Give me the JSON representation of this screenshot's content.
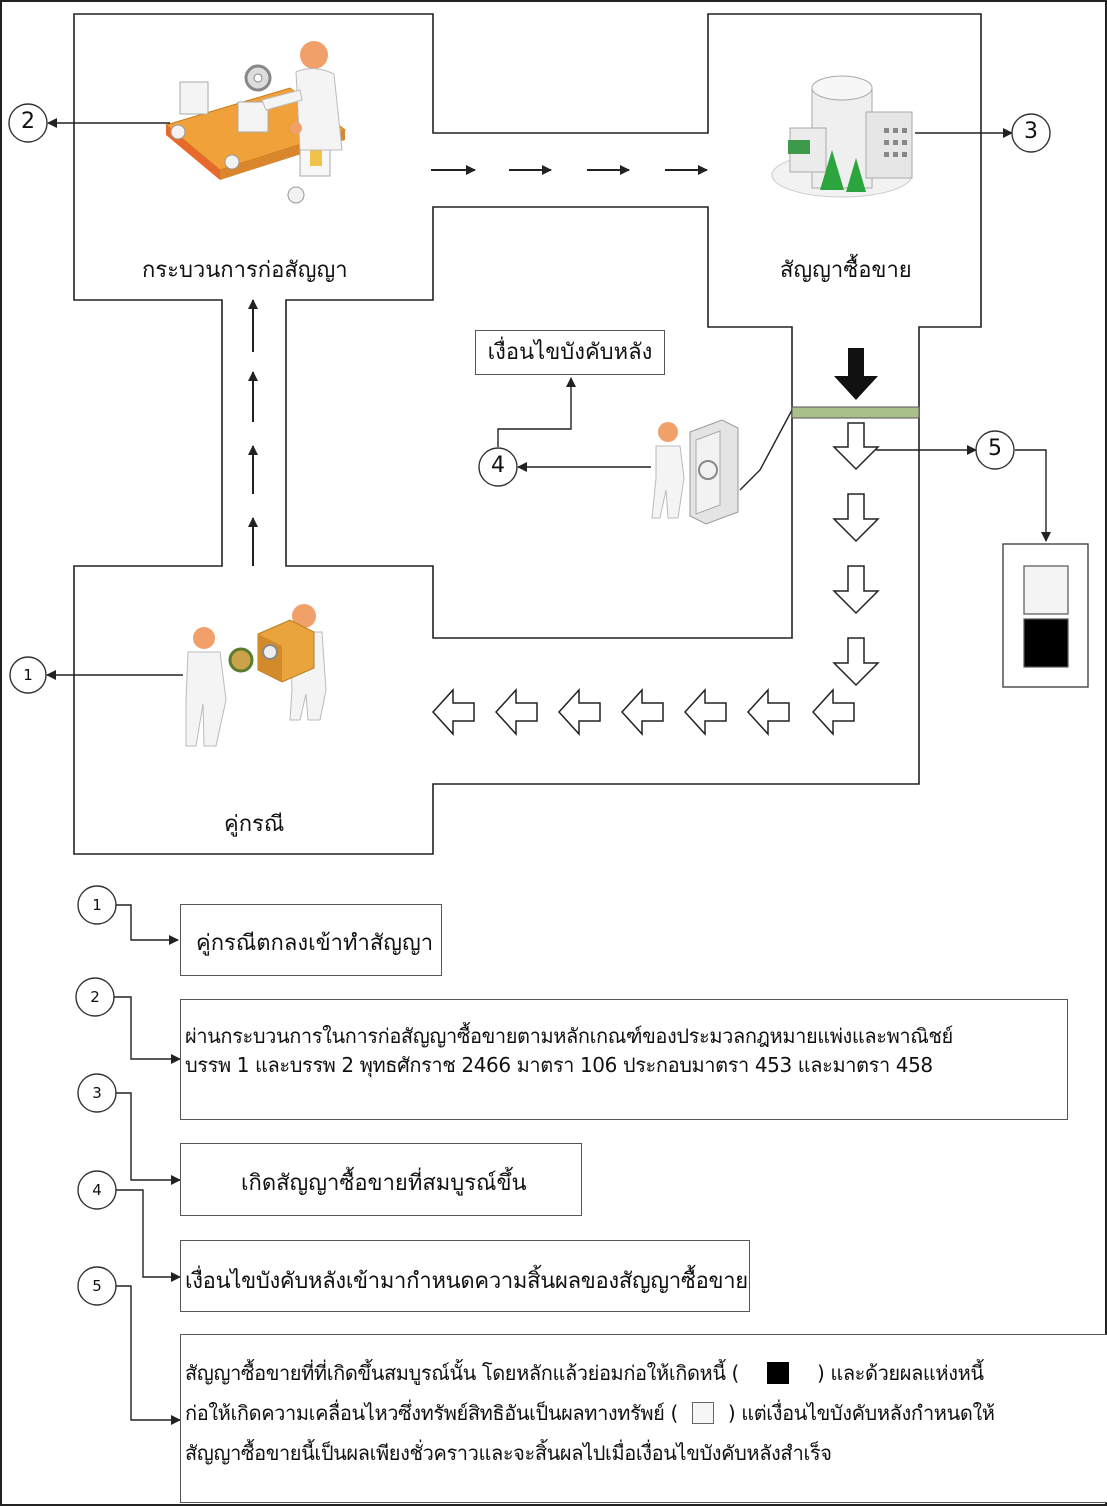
{
  "areas": {
    "process": "กระบวนการก่อสัญญา",
    "contract": "สัญญาซื้อขาย",
    "parties": "คู่กรณี"
  },
  "condition_box": "เงื่อนไขบังคับหลัง",
  "markers": [
    "1",
    "2",
    "3",
    "4",
    "5"
  ],
  "legend": [
    {
      "num": "1",
      "lines": [
        "คู่กรณีตกลงเข้าทำสัญญา"
      ]
    },
    {
      "num": "2",
      "lines": [
        "ผ่านกระบวนการในการก่อสัญญาซื้อขายตามหลักเกณฑ์ของประมวลกฎหมายแพ่งและพาณิชย์",
        "บรรพ 1 และบรรพ 2 พุทธศักราช 2466   มาตรา 106 ประกอบมาตรา 453 และมาตรา 458"
      ]
    },
    {
      "num": "3",
      "lines": [
        "เกิดสัญญาซื้อขายที่สมบูรณ์ขึ้น"
      ]
    },
    {
      "num": "4",
      "lines": [
        "เงื่อนไขบังคับหลังเข้ามากำหนดความสิ้นผลของสัญญาซื้อขาย"
      ]
    },
    {
      "num": "5",
      "lines": [
        "สัญญาซื้อขายที่ที่เกิดขึ้นสมบูรณ์นั้น   โดยหลักแล้วย่อมก่อให้เกิดหนี้ (",
        ") และด้วยผลแห่งหนี้",
        "ก่อให้เกิดความเคลื่อนไหวซึ่งทรัพย์สิทธิอันเป็นผลทางทรัพย์ (",
        ") แต่เงื่อนไขบังคับหลังกำหนดให้",
        "สัญญาซื้อขายนี้เป็นผลเพียงชั่วคราวและจะสิ้นผลไปเมื่อเงื่อนไขบังคับหลังสำเร็จ"
      ]
    }
  ]
}
